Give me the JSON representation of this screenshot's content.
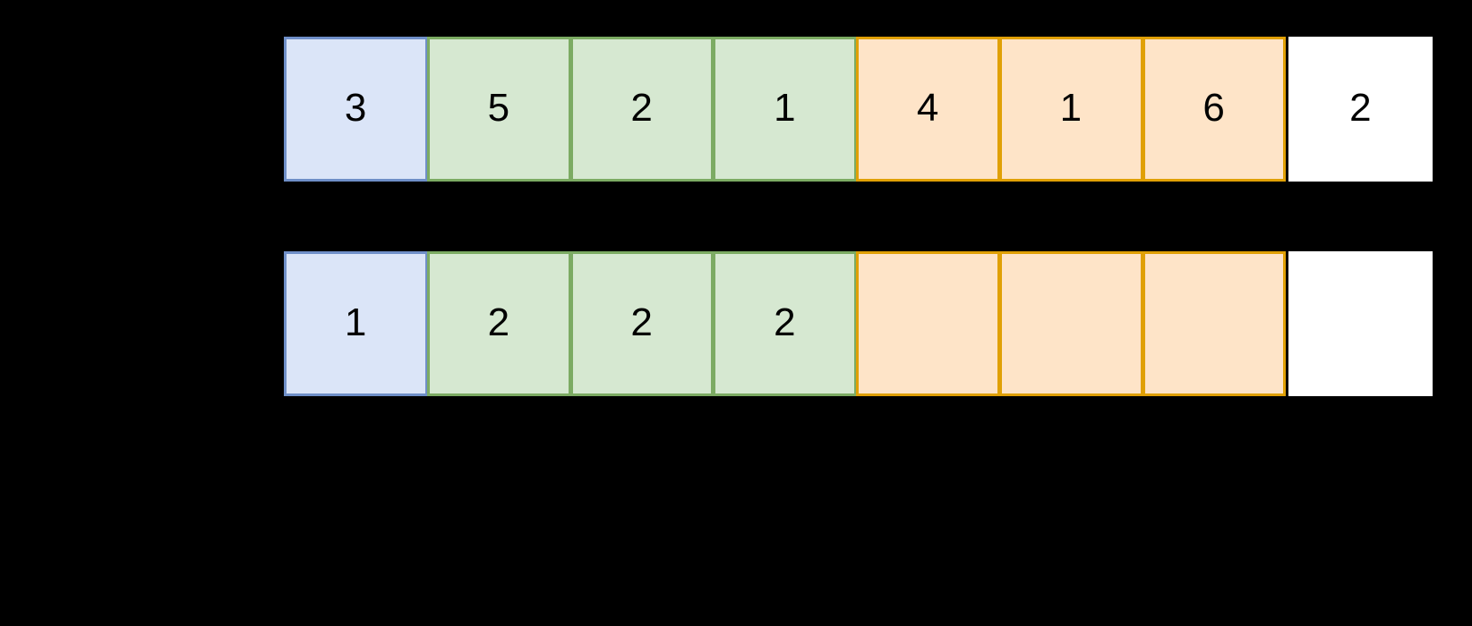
{
  "diagram": {
    "background_color": "#000000",
    "palette": {
      "blue_fill": "#dbe5f8",
      "blue_border": "#6f8fc8",
      "green_fill": "#d6e8d1",
      "green_border": "#7cab63",
      "orange_fill": "#fee4c8",
      "orange_border": "#e0a005",
      "white_fill": "#ffffff",
      "text_color": "#000000"
    },
    "rows": [
      {
        "id": "row-top",
        "cells": [
          {
            "value": "3",
            "color": "blue"
          },
          {
            "value": "5",
            "color": "green"
          },
          {
            "value": "2",
            "color": "green"
          },
          {
            "value": "1",
            "color": "green"
          },
          {
            "value": "4",
            "color": "orange"
          },
          {
            "value": "1",
            "color": "orange"
          },
          {
            "value": "6",
            "color": "orange"
          },
          {
            "value": "2",
            "color": "white"
          }
        ]
      },
      {
        "id": "row-bottom",
        "cells": [
          {
            "value": "1",
            "color": "blue"
          },
          {
            "value": "2",
            "color": "green"
          },
          {
            "value": "2",
            "color": "green"
          },
          {
            "value": "2",
            "color": "green"
          },
          {
            "value": "",
            "color": "orange"
          },
          {
            "value": "",
            "color": "orange"
          },
          {
            "value": "",
            "color": "orange"
          },
          {
            "value": "",
            "color": "white"
          }
        ]
      }
    ]
  }
}
